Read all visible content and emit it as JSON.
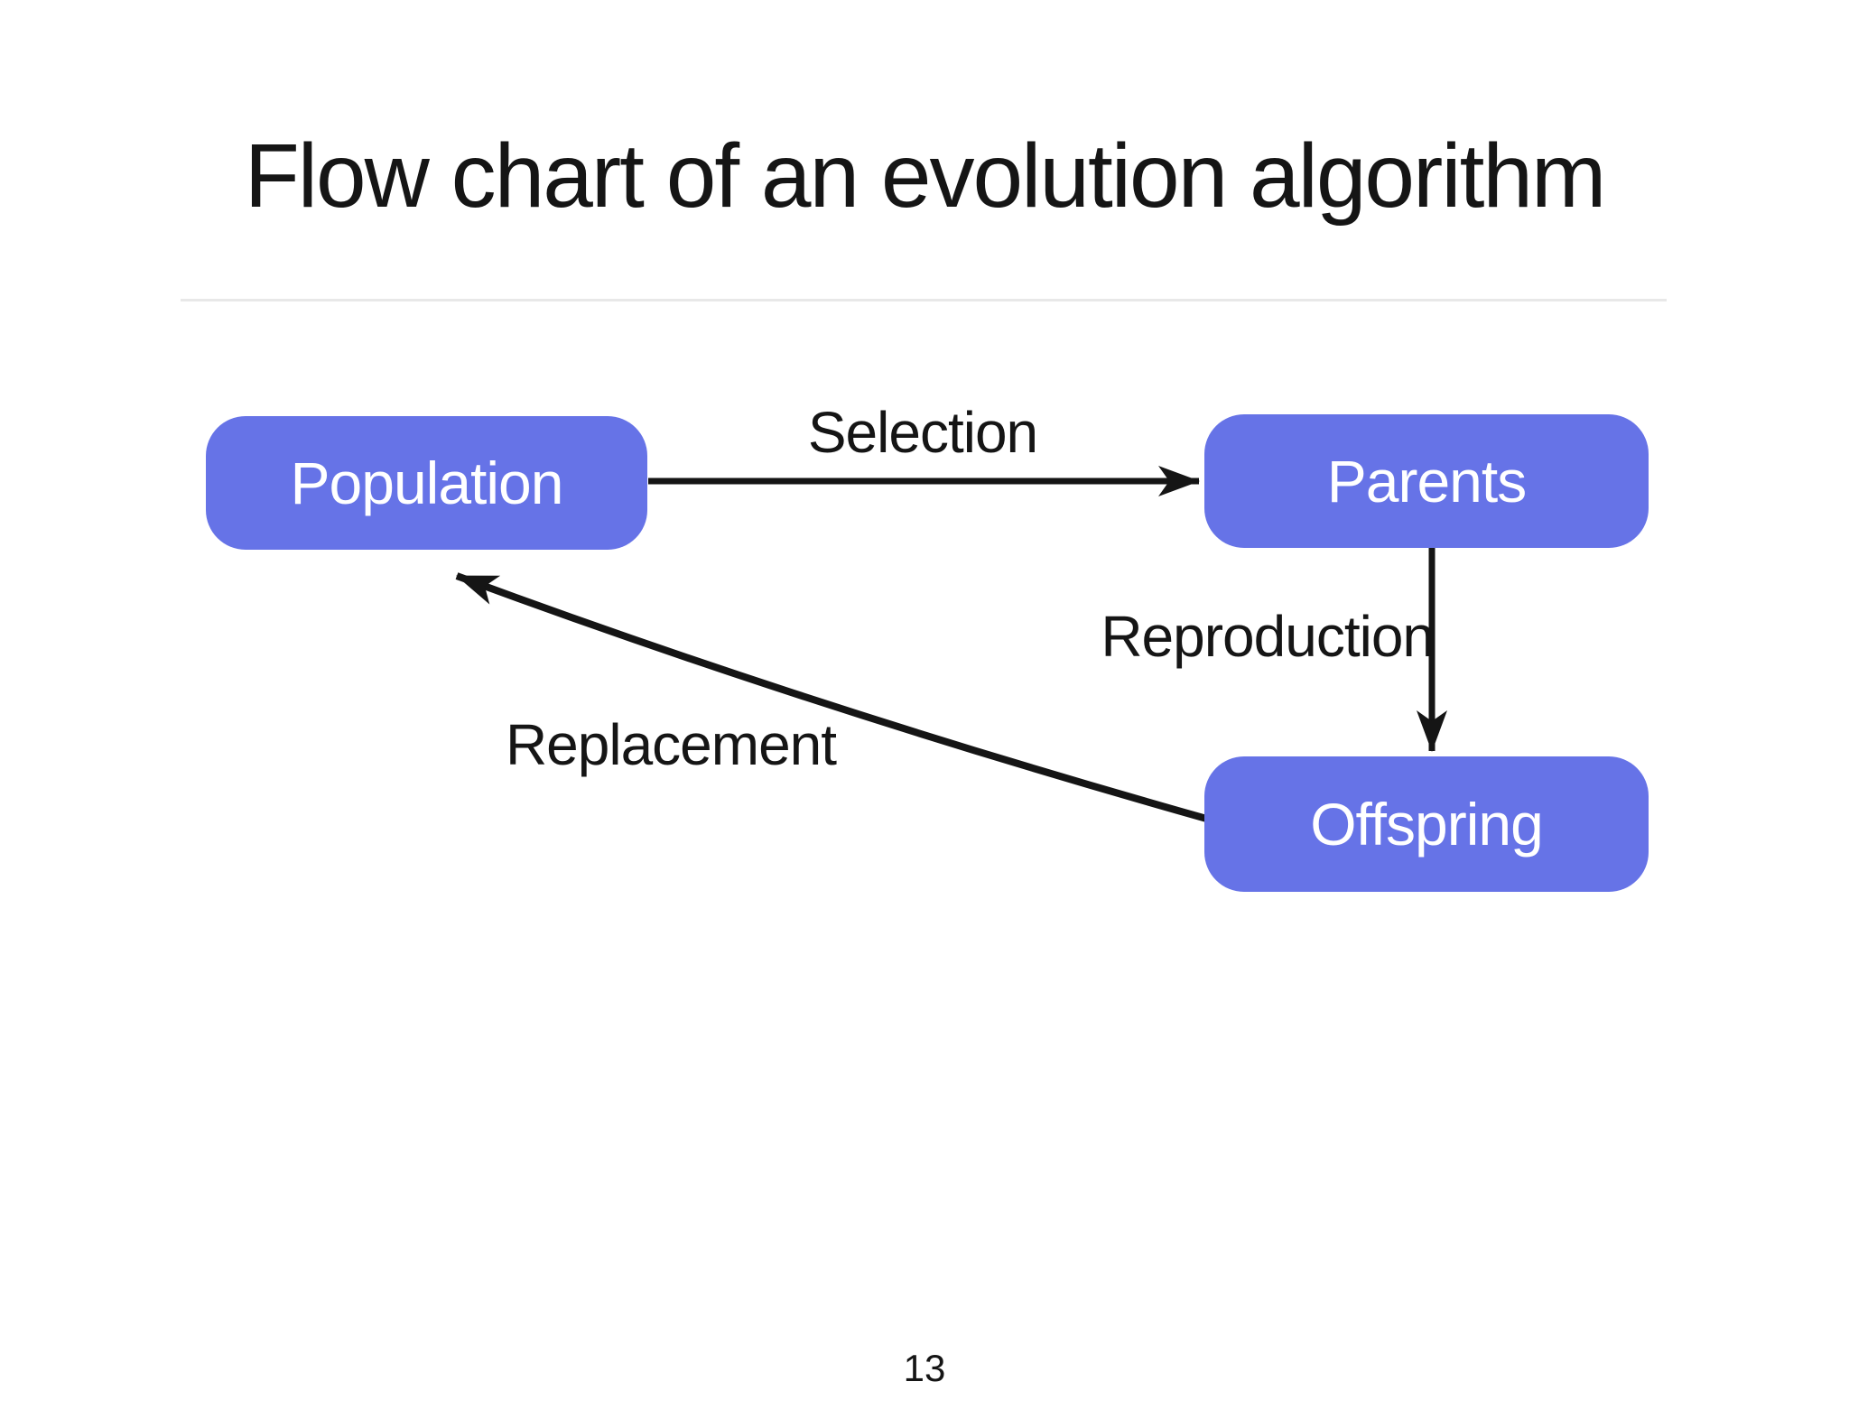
{
  "slide": {
    "title": "Flow chart of an evolution algorithm",
    "page_number": "13"
  },
  "colors": {
    "node_fill": "#6673e7",
    "node_text": "#ffffff",
    "ink": "#151515",
    "divider": "#e8e8e8",
    "background": "#ffffff"
  },
  "diagram": {
    "nodes": {
      "population": {
        "label": "Population"
      },
      "parents": {
        "label": "Parents"
      },
      "offspring": {
        "label": "Offspring"
      }
    },
    "edges": {
      "selection": {
        "label": "Selection",
        "from": "Population",
        "to": "Parents"
      },
      "reproduction": {
        "label": "Reproduction",
        "from": "Parents",
        "to": "Offspring"
      },
      "replacement": {
        "label": "Replacement",
        "from": "Offspring",
        "to": "Population"
      }
    }
  }
}
